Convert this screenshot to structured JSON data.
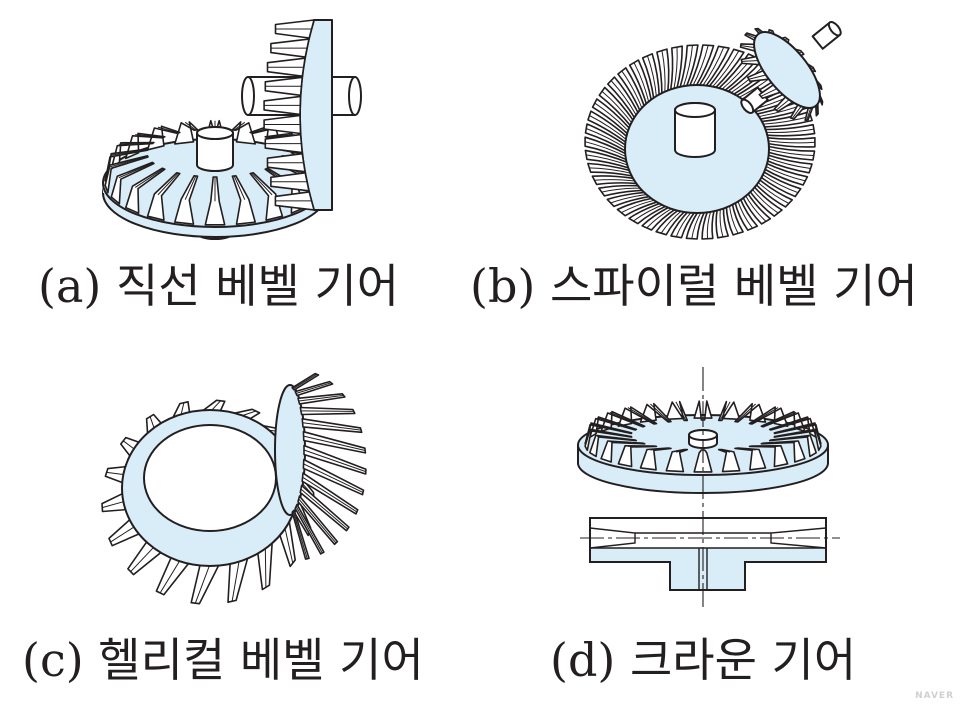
{
  "figures": [
    {
      "caption": "(a) 직선 베벨 기어"
    },
    {
      "caption": "(b) 스파이럴 베벨 기어"
    },
    {
      "caption": "(c) 헬리컬 베벨 기어"
    },
    {
      "caption": "(d) 크라운 기어"
    }
  ],
  "watermark": "NAVER",
  "colors": {
    "fill": "#d8edf8",
    "line": "#231f20",
    "tooth": "#ffffff",
    "watermark": "#d0d0d0"
  }
}
